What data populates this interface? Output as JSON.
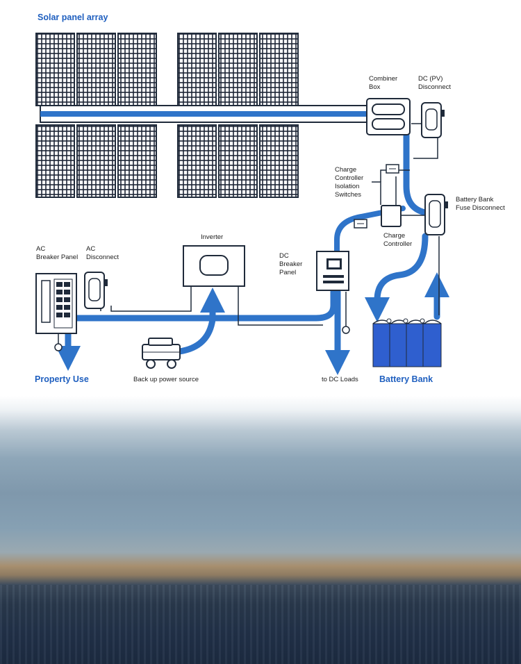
{
  "labels": {
    "solar_panel_array": "Solar panel array",
    "combiner_box": "Combiner\nBox",
    "dc_pv_disconnect": "DC (PV)\nDisconnect",
    "charge_controller_isolation_switches": "Charge\nController\nIsolation\nSwitches",
    "battery_bank_fuse_disconnect": "Battery Bank\nFuse Disconnect",
    "charge_controller": "Charge\nController",
    "inverter": "Inverter",
    "dc_breaker_panel": "DC\nBreaker\nPanel",
    "ac_breaker_panel": "AC\nBreaker Panel",
    "ac_disconnect": "AC\nDisconnect",
    "property_use": "Property Use",
    "backup_power_source": "Back up power source",
    "to_dc_loads": "to DC Loads",
    "battery_bank": "Battery Bank"
  },
  "colors": {
    "flow_blue": "#2f74c9",
    "label_blue": "#1f5fbf",
    "outline": "#1f2a3a",
    "battery_blue": "#2f5fcf"
  }
}
